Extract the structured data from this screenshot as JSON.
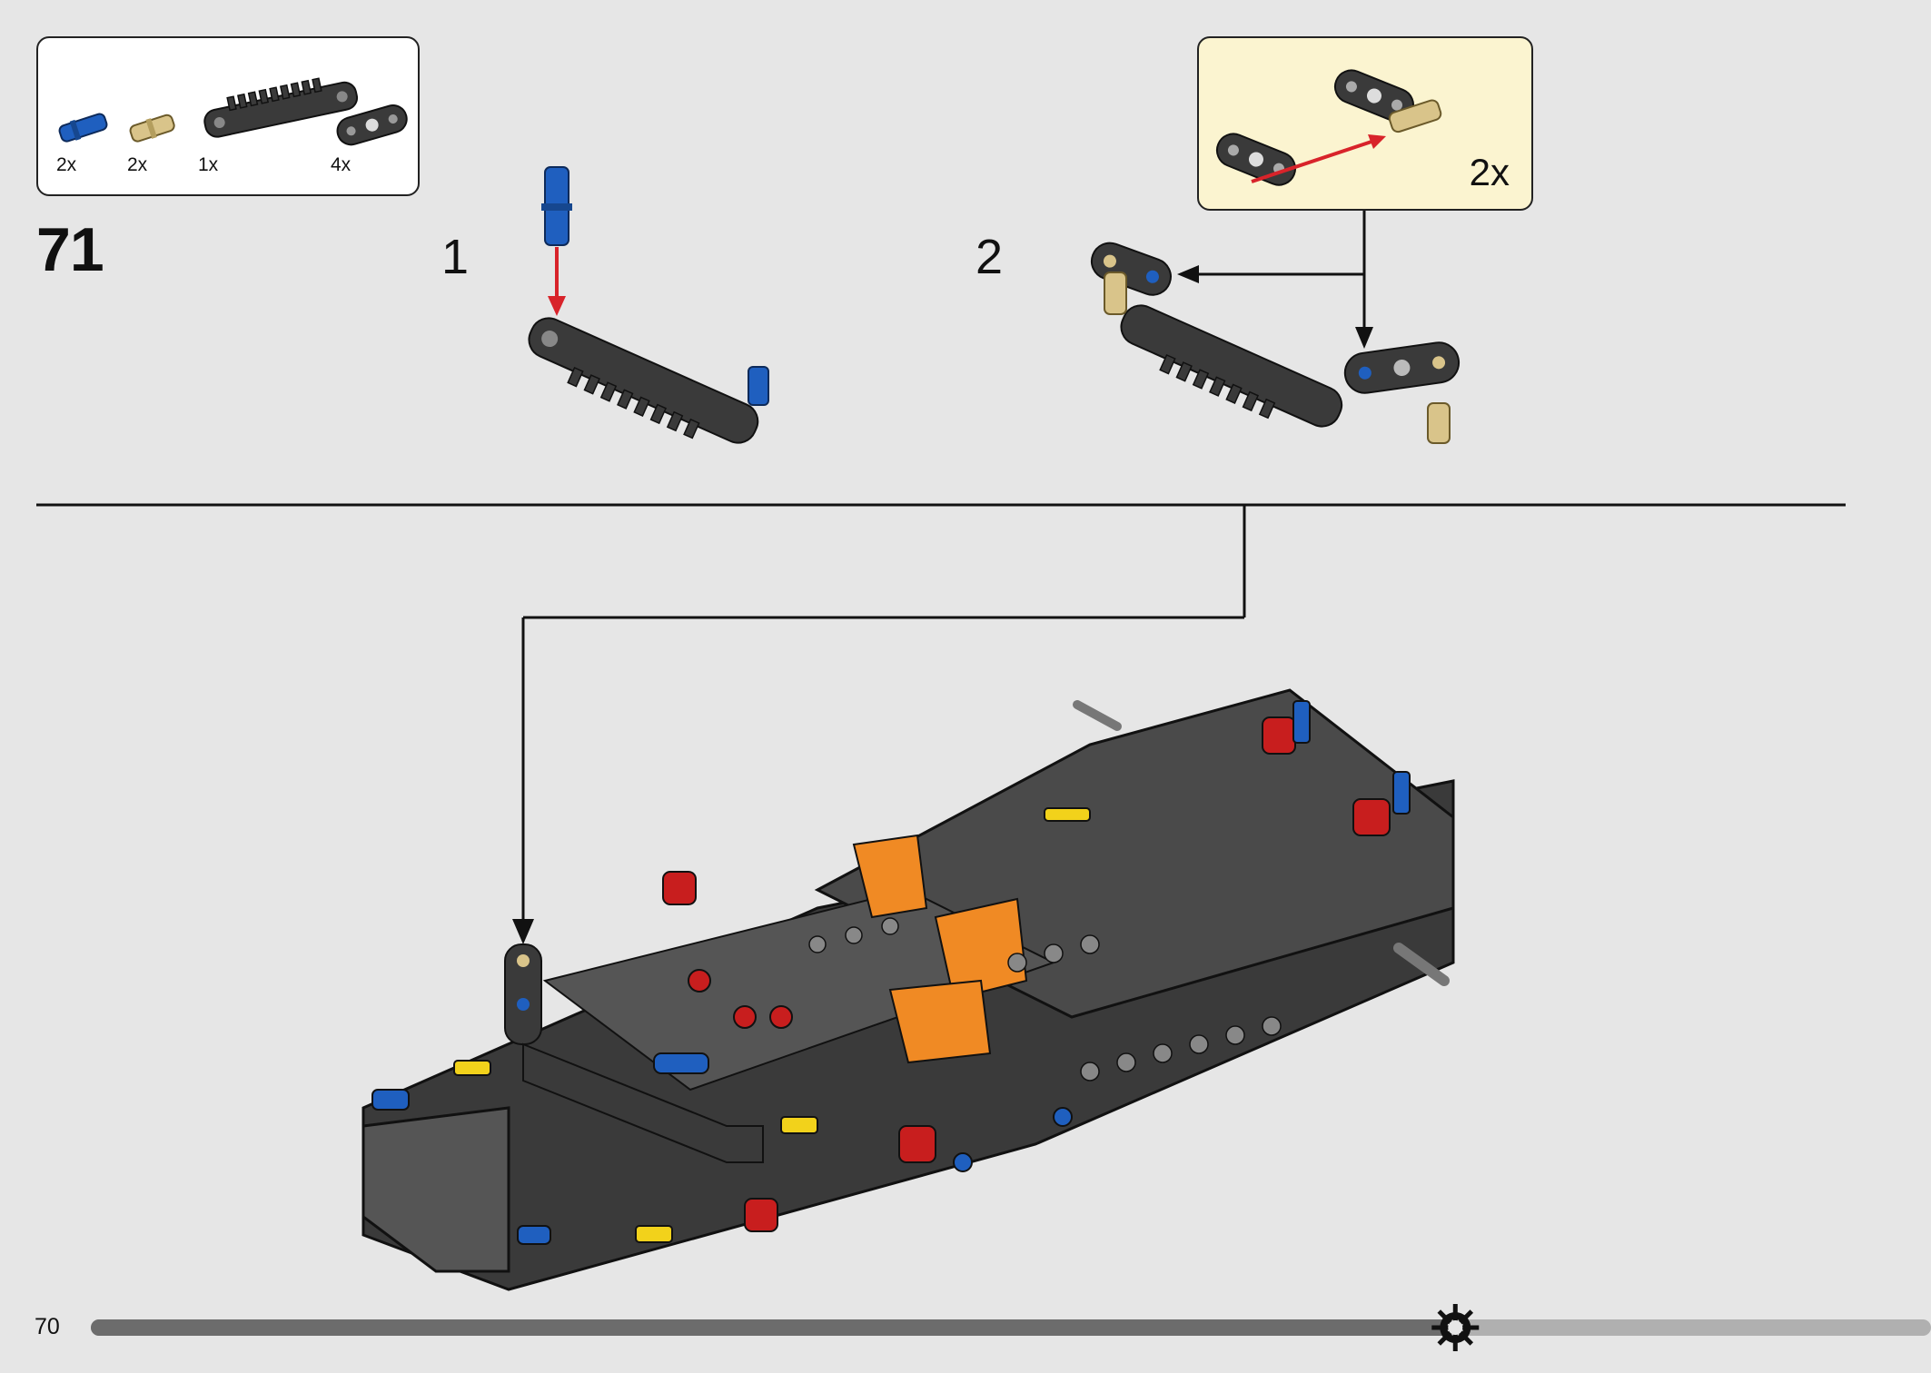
{
  "page": {
    "number": "70",
    "progress": 0.78
  },
  "step": {
    "number": "71"
  },
  "parts_list": [
    {
      "count": "2x",
      "name": "blue-axle-pin"
    },
    {
      "count": "2x",
      "name": "tan-axle-pin"
    },
    {
      "count": "1x",
      "name": "dark-gray-gear-rack-beam"
    },
    {
      "count": "4x",
      "name": "dark-gray-thin-beam-3"
    }
  ],
  "sub_steps": [
    {
      "label": "1"
    },
    {
      "label": "2"
    }
  ],
  "callout": {
    "multiplier": "2x"
  },
  "colors": {
    "background": "#e6e6e6",
    "dark_gray": "#3a3a3a",
    "blue": "#1f5fbf",
    "tan": "#d9c48a",
    "red_arrow": "#d8232a",
    "orange": "#f08a24",
    "red": "#c81e1e",
    "yellow": "#f2d21b",
    "callout_bg": "#fbf4d0"
  },
  "icons": {
    "progress_marker": "gear-icon"
  }
}
